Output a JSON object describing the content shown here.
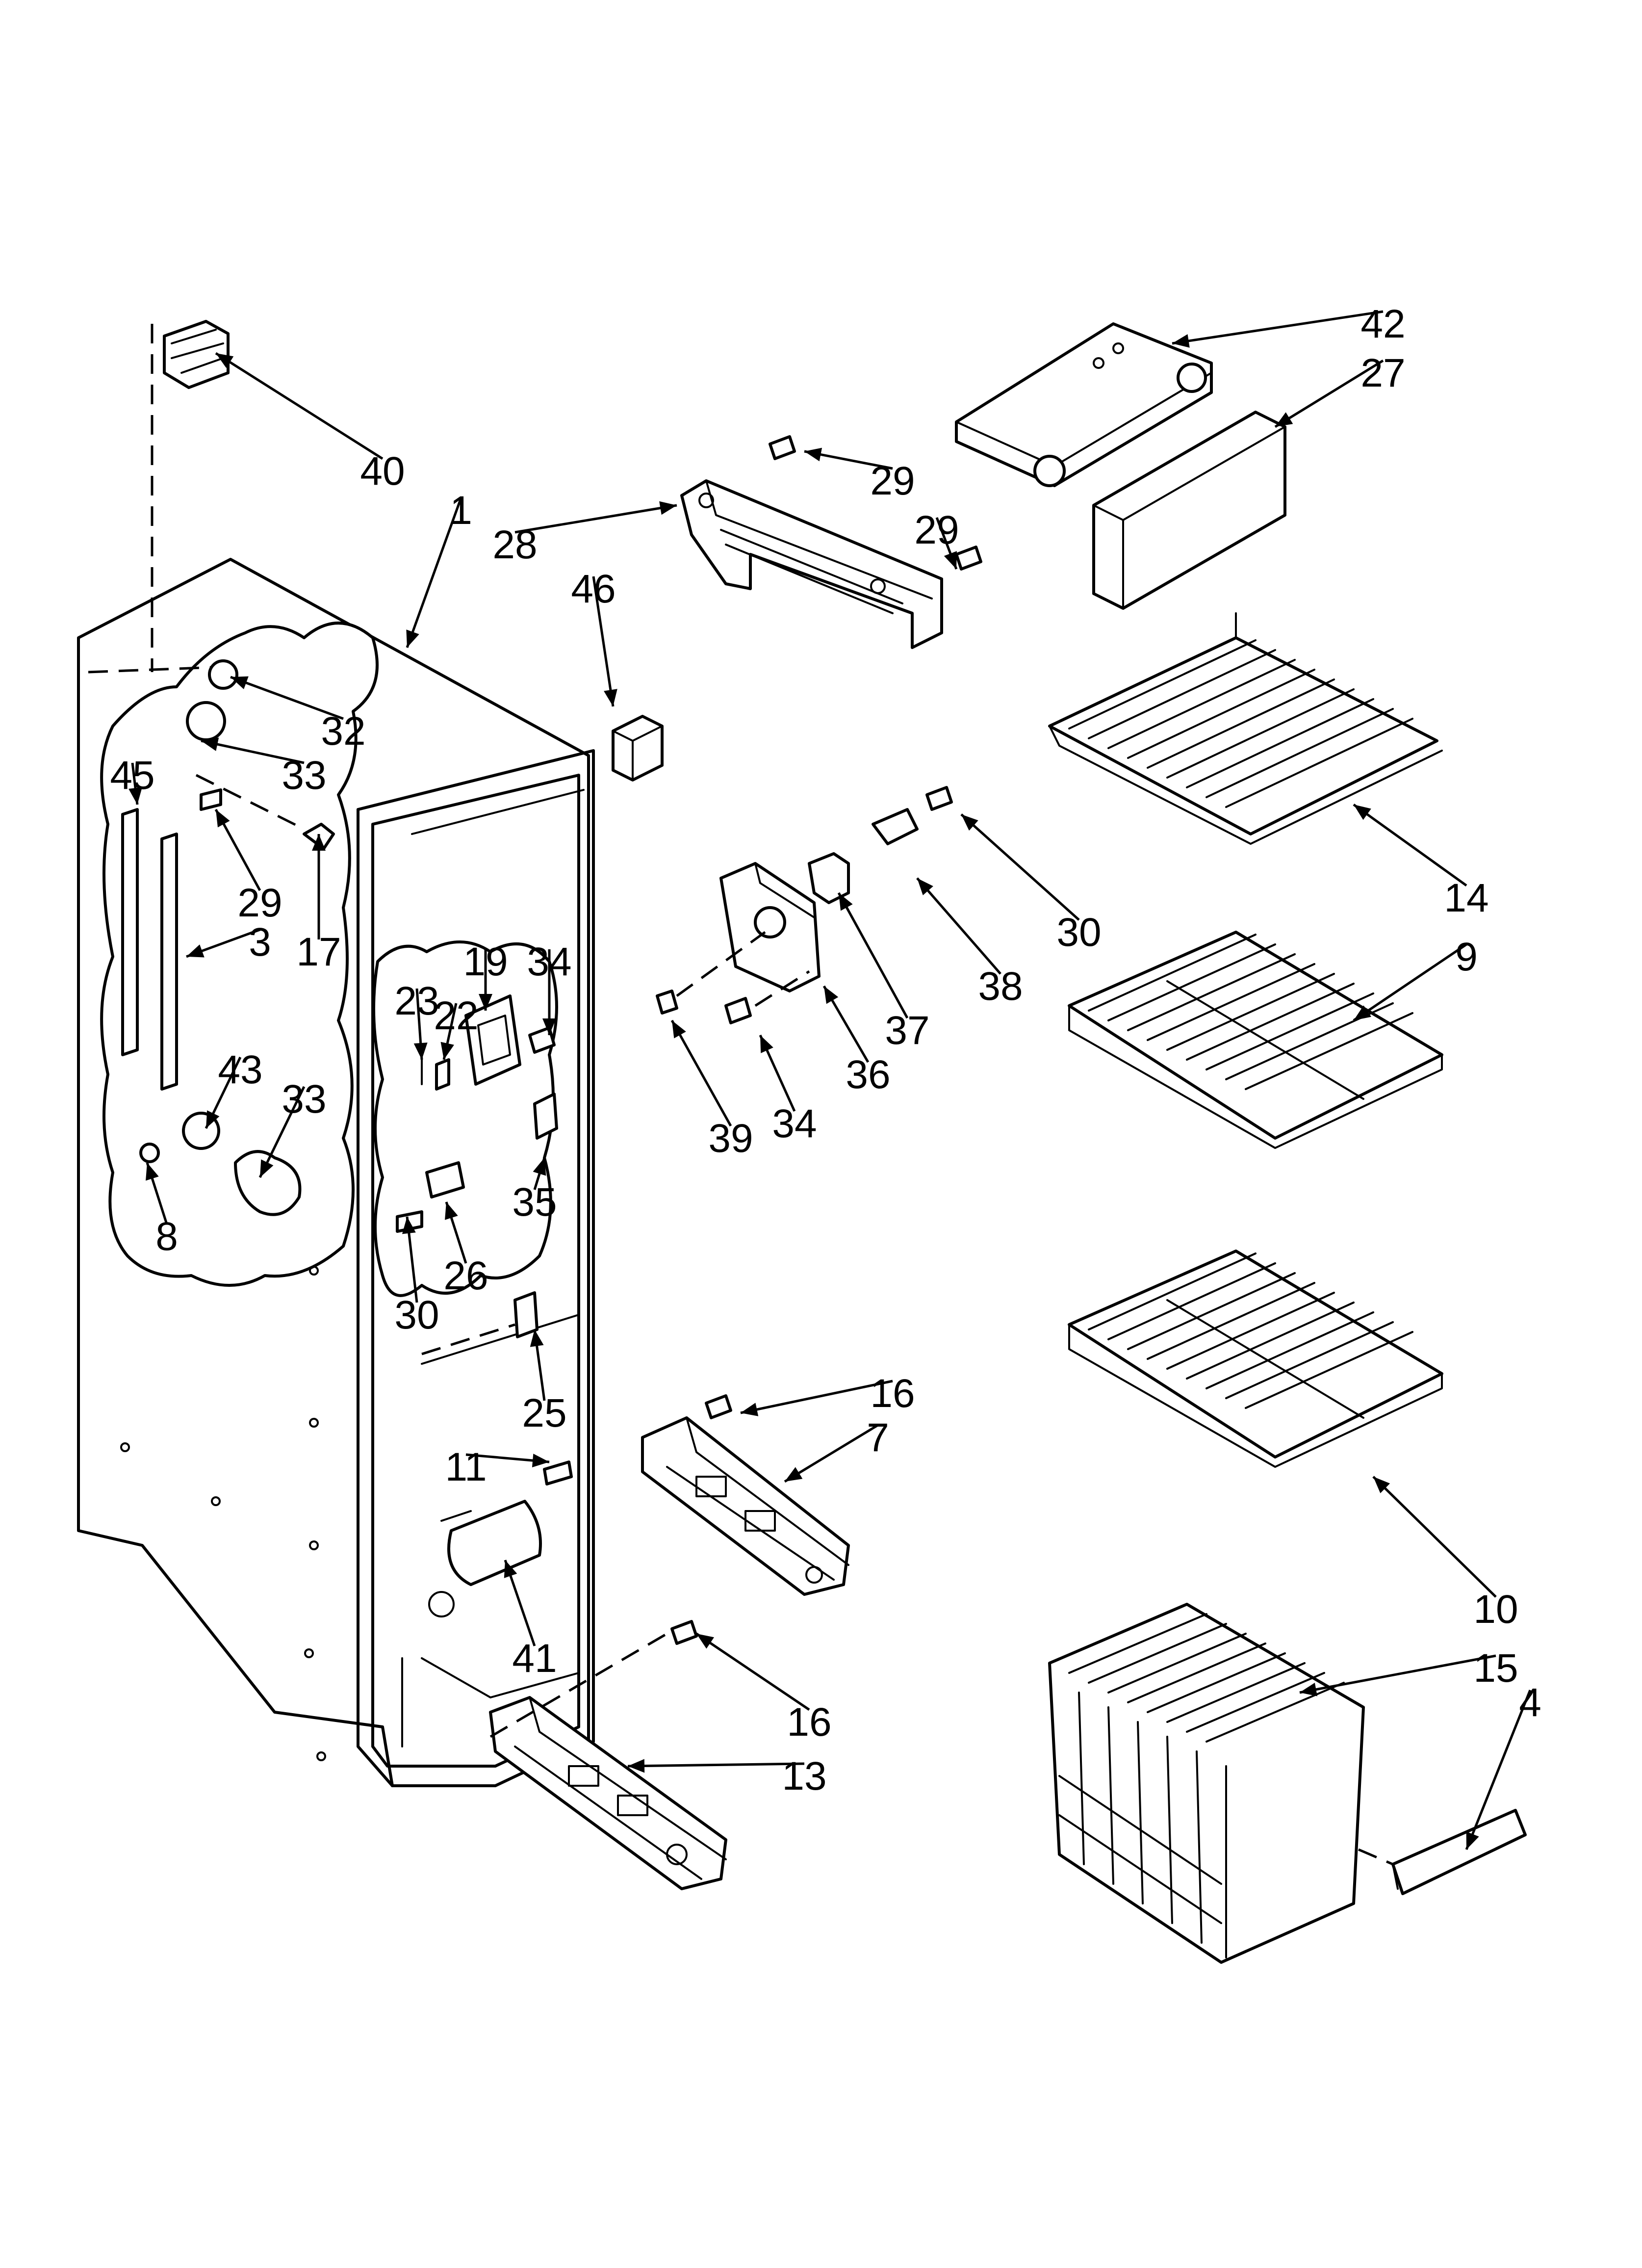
{
  "callouts": [
    {
      "label": "42",
      "to": [
        2390,
        700
      ]
    },
    {
      "label": "27",
      "to": [
        2600,
        870
      ]
    },
    {
      "label": "40",
      "to": [
        440,
        720
      ]
    },
    {
      "label": "29",
      "to": [
        1640,
        920
      ]
    },
    {
      "label": "1",
      "to": [
        830,
        1320
      ]
    },
    {
      "label": "28",
      "to": [
        1380,
        1030
      ]
    },
    {
      "label": "29",
      "to": [
        1950,
        1160
      ]
    },
    {
      "label": "46",
      "to": [
        1250,
        1440
      ]
    },
    {
      "label": "32",
      "to": [
        470,
        1380
      ]
    },
    {
      "label": "33",
      "to": [
        410,
        1510
      ]
    },
    {
      "label": "45",
      "to": [
        280,
        1640
      ]
    },
    {
      "label": "29",
      "to": [
        440,
        1650
      ]
    },
    {
      "label": "3",
      "to": [
        380,
        1950
      ]
    },
    {
      "label": "17",
      "to": [
        650,
        1700
      ]
    },
    {
      "label": "30",
      "to": [
        1960,
        1660
      ]
    },
    {
      "label": "14",
      "to": [
        2760,
        1640
      ]
    },
    {
      "label": "38",
      "to": [
        1870,
        1790
      ]
    },
    {
      "label": "37",
      "to": [
        1710,
        1820
      ]
    },
    {
      "label": "9",
      "to": [
        2760,
        2080
      ]
    },
    {
      "label": "19",
      "to": [
        990,
        2060
      ]
    },
    {
      "label": "34",
      "to": [
        1120,
        2110
      ]
    },
    {
      "label": "23",
      "to": [
        860,
        2160
      ]
    },
    {
      "label": "22",
      "to": [
        905,
        2160
      ]
    },
    {
      "label": "36",
      "to": [
        1680,
        2010
      ]
    },
    {
      "label": "34",
      "to": [
        1550,
        2110
      ]
    },
    {
      "label": "39",
      "to": [
        1370,
        2080
      ]
    },
    {
      "label": "43",
      "to": [
        420,
        2300
      ]
    },
    {
      "label": "33",
      "to": [
        530,
        2400
      ]
    },
    {
      "label": "35",
      "to": [
        1110,
        2360
      ]
    },
    {
      "label": "8",
      "to": [
        300,
        2370
      ]
    },
    {
      "label": "26",
      "to": [
        910,
        2450
      ]
    },
    {
      "label": "30",
      "to": [
        830,
        2480
      ]
    },
    {
      "label": "25",
      "to": [
        1090,
        2710
      ]
    },
    {
      "label": "16",
      "to": [
        1510,
        2880
      ]
    },
    {
      "label": "7",
      "to": [
        1600,
        3020
      ]
    },
    {
      "label": "10",
      "to": [
        2800,
        3010
      ]
    },
    {
      "label": "11",
      "to": [
        1120,
        2980
      ]
    },
    {
      "label": "41",
      "to": [
        1030,
        3180
      ]
    },
    {
      "label": "16",
      "to": [
        1420,
        3330
      ]
    },
    {
      "label": "15",
      "to": [
        2650,
        3450
      ]
    },
    {
      "label": "13",
      "to": [
        1280,
        3600
      ]
    },
    {
      "label": "4",
      "to": [
        2990,
        3770
      ]
    }
  ]
}
